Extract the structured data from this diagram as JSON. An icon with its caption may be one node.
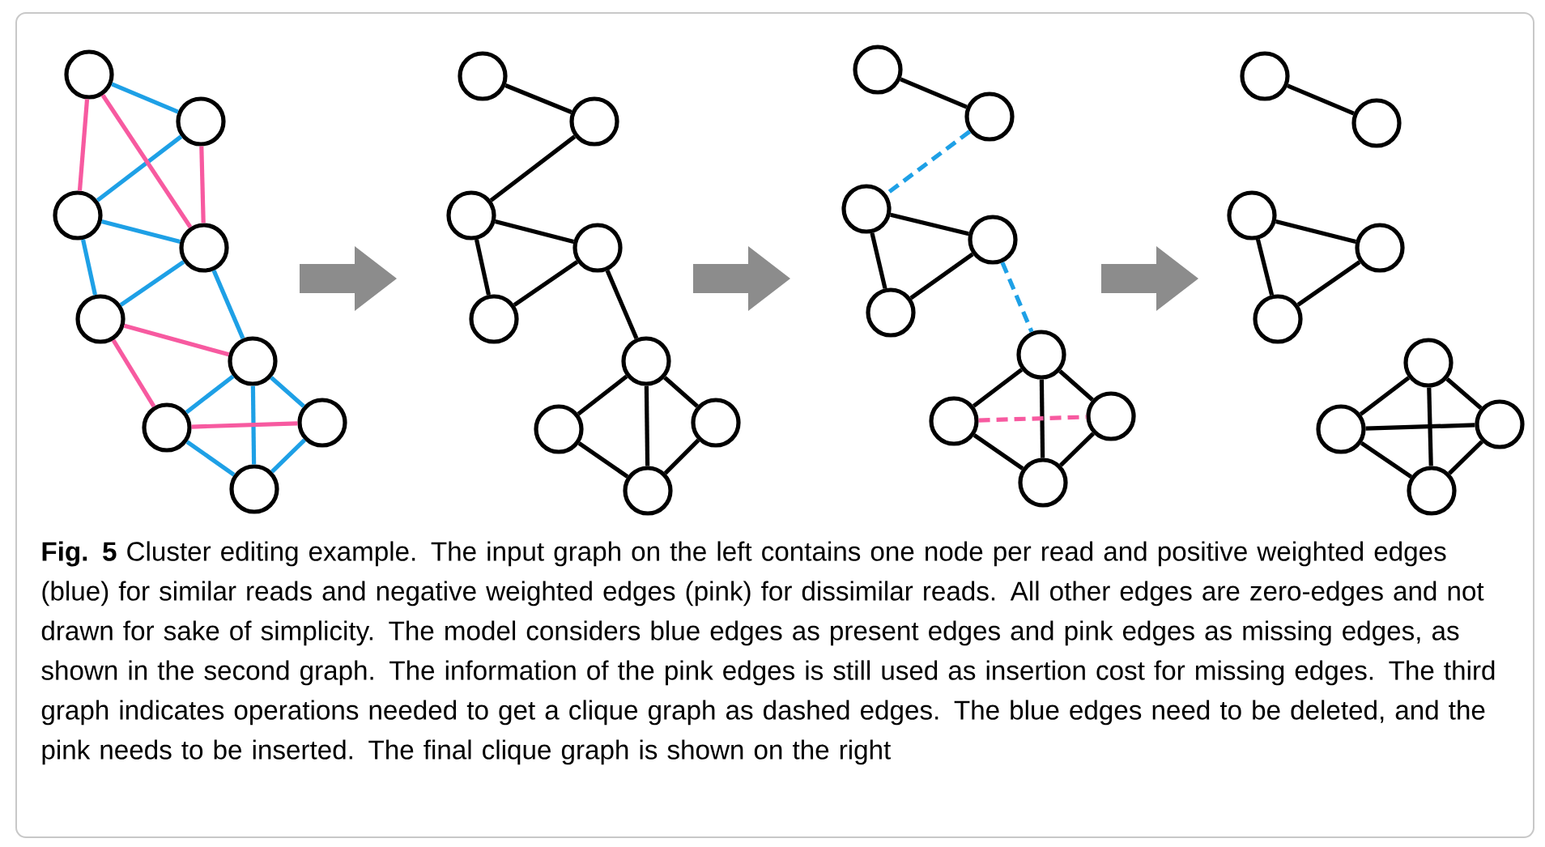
{
  "diagram": {
    "caption": "**Fig. 5** Cluster editing example. The input graph on the left contains one node per read and positive weighted edges (blue) for similar reads and negative weighted edges (pink) for dissimilar reads. All other edges are zero-edges and not drawn for sake of simplicity. The model considers blue edges as present edges and pink edges as missing edges, as shown in the second graph. The information of the pink edges is still used as insertion cost for missing edges. The third graph indicates operations needed to get a clique graph as dashed edges. The blue edges need to be deleted, and the pink needs to be inserted. The final clique graph is shown on the right",
    "nodes": [
      {
        "text": [],
        "shape": "circle"
      },
      {
        "text": [],
        "shape": "circle"
      },
      {
        "text": [],
        "shape": "circle"
      },
      {
        "text": [],
        "shape": "circle"
      },
      {
        "text": [],
        "shape": "circle"
      },
      {
        "text": [],
        "shape": "circle"
      },
      {
        "text": [],
        "shape": "circle"
      },
      {
        "text": [],
        "shape": "circle"
      },
      {
        "text": [],
        "shape": "circle"
      },
      {
        "text": [],
        "shape": "circle"
      },
      {
        "text": [],
        "shape": "circle"
      },
      {
        "text": [],
        "shape": "circle"
      },
      {
        "text": [],
        "shape": "circle"
      },
      {
        "text": [],
        "shape": "circle"
      },
      {
        "text": [],
        "shape": "circle"
      },
      {
        "text": [],
        "shape": "circle"
      },
      {
        "text": [],
        "shape": "circle"
      },
      {
        "text": [],
        "shape": "circle"
      },
      {
        "text": [],
        "shape": "circle"
      },
      {
        "text": [],
        "shape": "circle"
      },
      {
        "text": [],
        "shape": "circle"
      },
      {
        "text": [],
        "shape": "circle"
      },
      {
        "text": [],
        "shape": "circle"
      },
      {
        "text": [],
        "shape": "circle"
      },
      {
        "text": [],
        "shape": "circle"
      },
      {
        "text": [],
        "shape": "circle"
      },
      {
        "text": [],
        "shape": "circle"
      },
      {
        "text": [],
        "shape": "circle"
      },
      {
        "text": [],
        "shape": "circle"
      },
      {
        "text": [],
        "shape": "circle"
      },
      {
        "text": [],
        "shape": "circle"
      },
      {
        "text": [],
        "shape": "circle"
      },
      {
        "text": [],
        "shape": "circle"
      },
      {
        "text": [],
        "shape": "circle"
      },
      {
        "text": [],
        "shape": "circle"
      },
      {
        "text": [],
        "shape": "circle"
      }
    ],
    "edges": [
      {
        "from": 0,
        "to": 1,
        "arrow": "none",
        "color": "#1ea0e6"
      },
      {
        "from": 1,
        "to": 2,
        "arrow": "none",
        "color": "#1ea0e6"
      },
      {
        "from": 2,
        "to": 3,
        "arrow": "none",
        "color": "#1ea0e6"
      },
      {
        "from": 2,
        "to": 4,
        "arrow": "none",
        "color": "#1ea0e6"
      },
      {
        "from": 3,
        "to": 4,
        "arrow": "none",
        "color": "#1ea0e6"
      },
      {
        "from": 3,
        "to": 5,
        "arrow": "none",
        "color": "#1ea0e6"
      },
      {
        "from": 5,
        "to": 6,
        "arrow": "none",
        "color": "#1ea0e6"
      },
      {
        "from": 5,
        "to": 7,
        "arrow": "none",
        "color": "#1ea0e6"
      },
      {
        "from": 5,
        "to": 8,
        "arrow": "none",
        "color": "#1ea0e6"
      },
      {
        "from": 6,
        "to": 8,
        "arrow": "none",
        "color": "#1ea0e6"
      },
      {
        "from": 7,
        "to": 8,
        "arrow": "none",
        "color": "#1ea0e6"
      },
      {
        "from": 0,
        "to": 2,
        "arrow": "none",
        "color": "#f75aa0"
      },
      {
        "from": 0,
        "to": 3,
        "arrow": "none",
        "color": "#f75aa0"
      },
      {
        "from": 1,
        "to": 3,
        "arrow": "none",
        "color": "#f75aa0"
      },
      {
        "from": 4,
        "to": 5,
        "arrow": "none",
        "color": "#f75aa0"
      },
      {
        "from": 4,
        "to": 6,
        "arrow": "none",
        "color": "#f75aa0"
      },
      {
        "from": 6,
        "to": 7,
        "arrow": "none",
        "color": "#f75aa0"
      },
      {
        "from": 9,
        "to": 10,
        "arrow": "none"
      },
      {
        "from": 10,
        "to": 11,
        "arrow": "none"
      },
      {
        "from": 11,
        "to": 12,
        "arrow": "none"
      },
      {
        "from": 11,
        "to": 13,
        "arrow": "none"
      },
      {
        "from": 12,
        "to": 13,
        "arrow": "none"
      },
      {
        "from": 12,
        "to": 14,
        "arrow": "none"
      },
      {
        "from": 14,
        "to": 15,
        "arrow": "none"
      },
      {
        "from": 14,
        "to": 16,
        "arrow": "none"
      },
      {
        "from": 14,
        "to": 17,
        "arrow": "none"
      },
      {
        "from": 15,
        "to": 17,
        "arrow": "none"
      },
      {
        "from": 16,
        "to": 17,
        "arrow": "none"
      },
      {
        "from": 18,
        "to": 19,
        "arrow": "none"
      },
      {
        "from": 19,
        "to": 20,
        "arrow": "none",
        "style": "dashed",
        "color": "#1ea0e6"
      },
      {
        "from": 20,
        "to": 21,
        "arrow": "none"
      },
      {
        "from": 20,
        "to": 22,
        "arrow": "none"
      },
      {
        "from": 21,
        "to": 22,
        "arrow": "none"
      },
      {
        "from": 21,
        "to": 23,
        "arrow": "none",
        "style": "dashed",
        "color": "#1ea0e6"
      },
      {
        "from": 23,
        "to": 24,
        "arrow": "none"
      },
      {
        "from": 23,
        "to": 25,
        "arrow": "none"
      },
      {
        "from": 23,
        "to": 26,
        "arrow": "none"
      },
      {
        "from": 24,
        "to": 26,
        "arrow": "none"
      },
      {
        "from": 25,
        "to": 26,
        "arrow": "none"
      },
      {
        "from": 24,
        "to": 25,
        "arrow": "none",
        "style": "dashed",
        "color": "#f75aa0"
      },
      {
        "from": 27,
        "to": 28,
        "arrow": "none"
      },
      {
        "from": 29,
        "to": 30,
        "arrow": "none"
      },
      {
        "from": 29,
        "to": 31,
        "arrow": "none"
      },
      {
        "from": 30,
        "to": 31,
        "arrow": "none"
      },
      {
        "from": 32,
        "to": 33,
        "arrow": "none"
      },
      {
        "from": 32,
        "to": 34,
        "arrow": "none"
      },
      {
        "from": 32,
        "to": 35,
        "arrow": "none"
      },
      {
        "from": 33,
        "to": 35,
        "arrow": "none"
      },
      {
        "from": 34,
        "to": 35,
        "arrow": "none"
      },
      {
        "from": 33,
        "to": 34,
        "arrow": "none"
      }
    ]
  }
}
